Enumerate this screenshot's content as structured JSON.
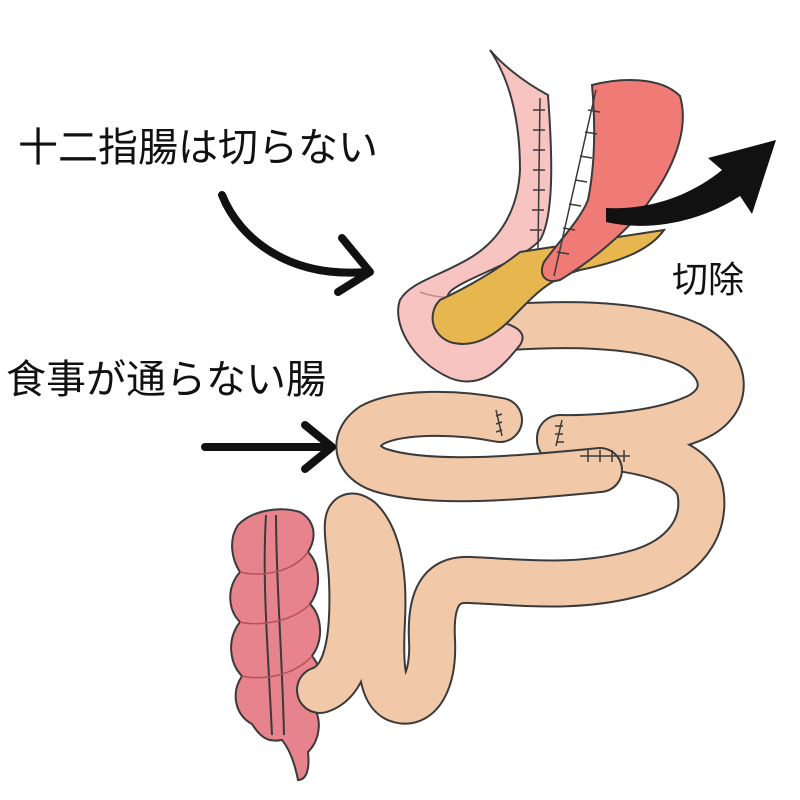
{
  "labels": {
    "duodenum_not_cut": "十二指腸は切らない",
    "bypassed_intestine": "食事が通らない腸",
    "resection": "切除"
  },
  "colors": {
    "stomach_pink": "#f7c4c2",
    "resected_stomach": "#f07a76",
    "pancreas": "#e8b64f",
    "small_intestine": "#f1c8a8",
    "colon": "#e6838c",
    "arrow": "#111111",
    "outline": "#3a3a3a"
  }
}
